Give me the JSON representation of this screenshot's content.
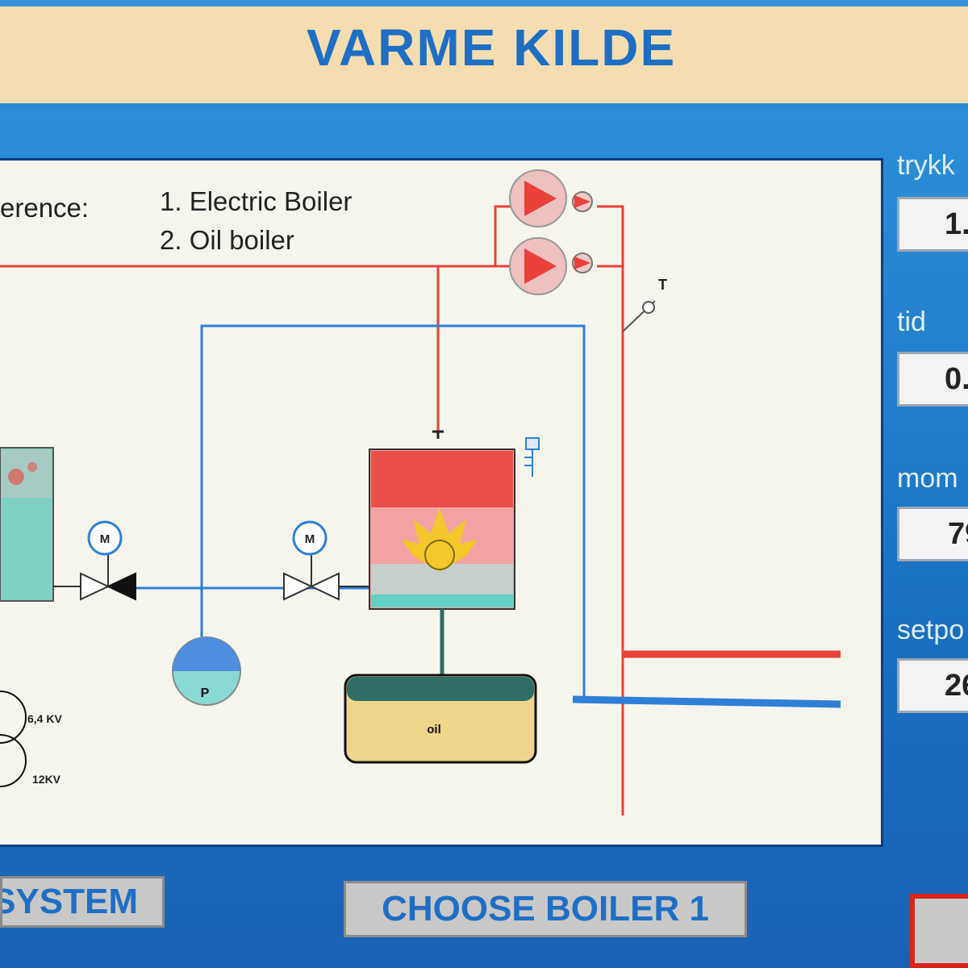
{
  "header": {
    "title": "VARME KILDE"
  },
  "panel": {
    "preference_label": "erence:",
    "boiler_options": [
      "1. Electric Boiler",
      "2. Oil boiler"
    ]
  },
  "diagram": {
    "motor_valve_left_label": "M",
    "motor_valve_right_label": "M",
    "expansion_tank_label": "P",
    "thermometer_label": "T",
    "oil_tank_label": "oil",
    "transformer_low_voltage": "6,4 KV",
    "transformer_high_voltage": "12KV",
    "colors": {
      "supply_line": "#e8423a",
      "return_line": "#2f7fd6",
      "flame": "#f4c72c",
      "oil_tank": "#efd58c"
    }
  },
  "side_panel": {
    "fields": [
      {
        "label": "trykk",
        "value": "1."
      },
      {
        "label": "tid",
        "value": "0."
      },
      {
        "label": "mom",
        "value": "79"
      },
      {
        "label": "setpo",
        "value": "26"
      }
    ]
  },
  "buttons": {
    "system": "SYSTEM",
    "choose_boiler": "CHOOSE BOILER 1"
  }
}
